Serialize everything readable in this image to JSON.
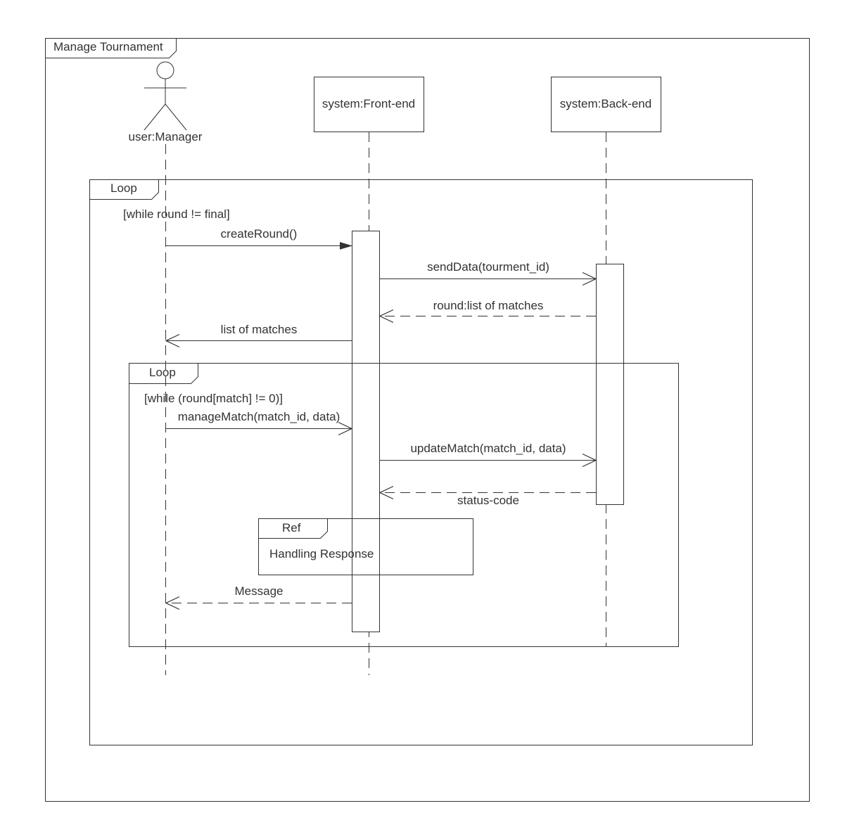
{
  "diagram": {
    "frame_title": "Manage Tournament",
    "participants": [
      {
        "name": "user:Manager",
        "kind": "actor"
      },
      {
        "name": "system:Front-end",
        "kind": "object"
      },
      {
        "name": "system:Back-end",
        "kind": "object"
      }
    ],
    "outer_loop": {
      "label": "Loop",
      "guard": "[while round != final]"
    },
    "inner_loop": {
      "label": "Loop",
      "guard": "[while (round[match] != 0)]"
    },
    "ref": {
      "label": "Ref",
      "text": "Handling Response"
    },
    "messages": [
      {
        "text": "createRound()",
        "type": "sync"
      },
      {
        "text": "sendData(tourment_id)",
        "type": "async"
      },
      {
        "text": "round:list of matches",
        "type": "return"
      },
      {
        "text": "list of matches",
        "type": "async"
      },
      {
        "text": "manageMatch(match_id, data)",
        "type": "async"
      },
      {
        "text": "updateMatch(match_id, data)",
        "type": "async"
      },
      {
        "text": "status-code",
        "type": "return"
      },
      {
        "text": "Message",
        "type": "return"
      }
    ]
  }
}
